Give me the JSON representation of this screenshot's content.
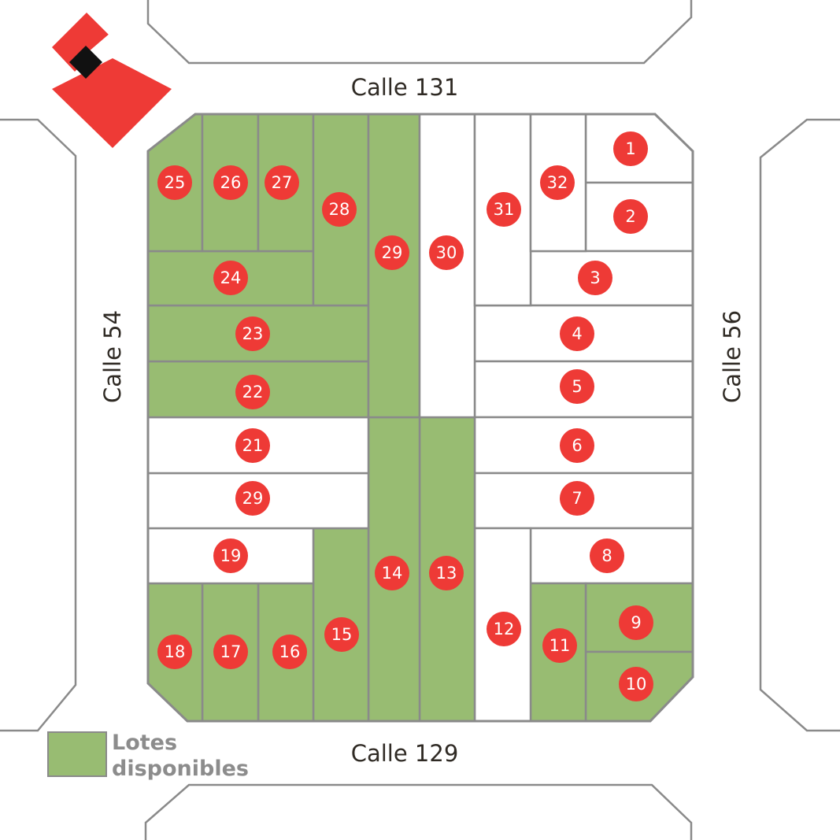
{
  "colors": {
    "available": "#98bc72",
    "unavailable": "#ffffff",
    "lot_stroke": "#8a8a8a",
    "marker": "#ee3a36",
    "street_outline": "#8a8a8a",
    "logo_red": "#ee3a36",
    "logo_dark": "#111111"
  },
  "streets": {
    "north": "Calle 131",
    "south": "Calle 129",
    "west": "Calle 54",
    "east": "Calle 56"
  },
  "legend": {
    "line1": "Lotes",
    "line2": "disponibles"
  },
  "lots": [
    {
      "label": "1",
      "available": false
    },
    {
      "label": "2",
      "available": false
    },
    {
      "label": "3",
      "available": false
    },
    {
      "label": "4",
      "available": false
    },
    {
      "label": "5",
      "available": false
    },
    {
      "label": "6",
      "available": false
    },
    {
      "label": "7",
      "available": false
    },
    {
      "label": "8",
      "available": false
    },
    {
      "label": "9",
      "available": true
    },
    {
      "label": "10",
      "available": true
    },
    {
      "label": "11",
      "available": true
    },
    {
      "label": "12",
      "available": false
    },
    {
      "label": "13",
      "available": true
    },
    {
      "label": "14",
      "available": true
    },
    {
      "label": "15",
      "available": true
    },
    {
      "label": "16",
      "available": true
    },
    {
      "label": "17",
      "available": true
    },
    {
      "label": "18",
      "available": true
    },
    {
      "label": "19",
      "available": false
    },
    {
      "label": "29",
      "available": false
    },
    {
      "label": "21",
      "available": false
    },
    {
      "label": "22",
      "available": true
    },
    {
      "label": "23",
      "available": true
    },
    {
      "label": "24",
      "available": true
    },
    {
      "label": "25",
      "available": true
    },
    {
      "label": "26",
      "available": true
    },
    {
      "label": "27",
      "available": true
    },
    {
      "label": "28",
      "available": true
    },
    {
      "label": "29",
      "available": true
    },
    {
      "label": "30",
      "available": false
    },
    {
      "label": "31",
      "available": false
    },
    {
      "label": "32",
      "available": false
    }
  ]
}
